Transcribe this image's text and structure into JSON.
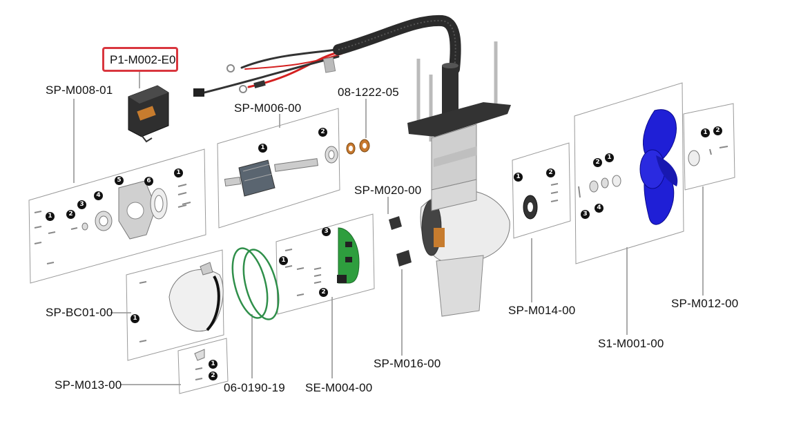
{
  "selected_part": "P1-M002-E0",
  "part_labels": {
    "sp_m008": "SP-M008-01",
    "sp_m006": "SP-M006-00",
    "p_08_1222": "08-1222-05",
    "sp_m020": "SP-M020-00",
    "sp_bc01": "SP-BC01-00",
    "sp_m013": "SP-M013-00",
    "p_06_0190": "06-0190-19",
    "se_m004": "SE-M004-00",
    "sp_m016": "SP-M016-00",
    "sp_m014": "SP-M014-00",
    "s1_m001": "S1-M001-00",
    "sp_m012": "SP-M012-00"
  },
  "badges": {
    "one": "1",
    "two": "2",
    "three": "3",
    "four": "4",
    "five": "5",
    "six": "6"
  },
  "colors": {
    "highlight": "#d9363e",
    "propeller": "#1f1fd6",
    "seal_green": "#2f8f4a",
    "pcb_green": "#2e9e3e",
    "cable_red": "#d42020",
    "bushing_orange": "#c7782e"
  }
}
